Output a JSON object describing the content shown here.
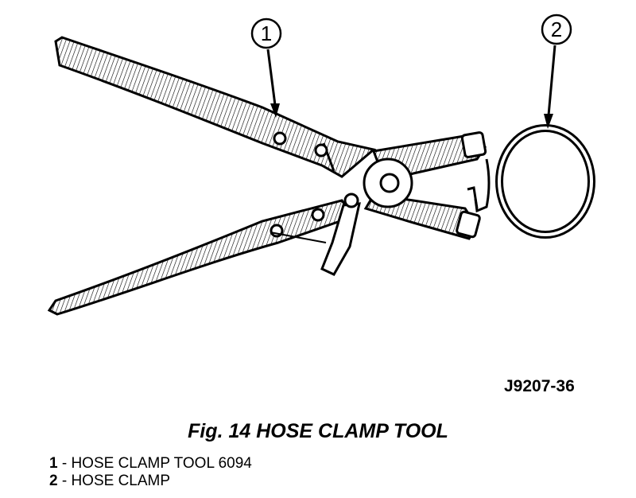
{
  "callouts": [
    {
      "number": "1"
    },
    {
      "number": "2"
    }
  ],
  "reference_code": "J9207-36",
  "caption": "Fig. 14 HOSE CLAMP TOOL",
  "legend": [
    {
      "number": "1",
      "text": " - HOSE CLAMP TOOL 6094"
    },
    {
      "number": "2",
      "text": " - HOSE CLAMP"
    }
  ]
}
